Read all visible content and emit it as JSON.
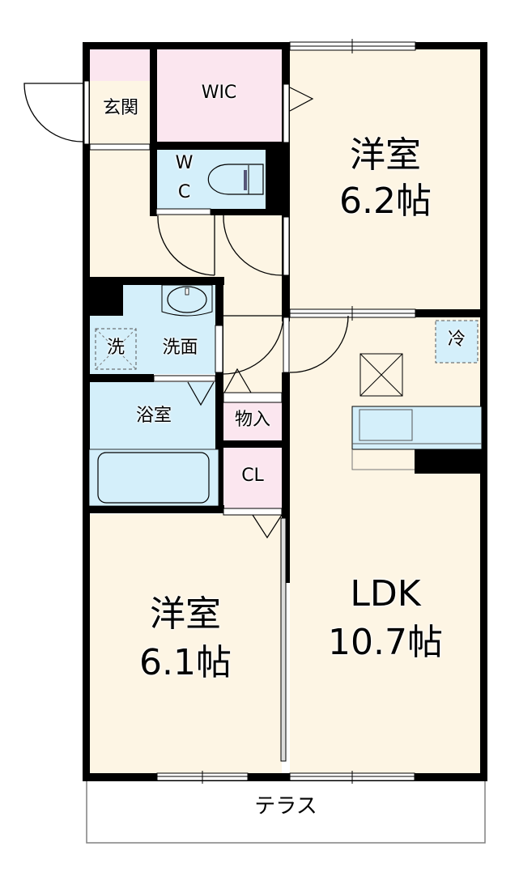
{
  "floorplan": {
    "colors": {
      "wall": "#000000",
      "living": "#fdf5e4",
      "storage": "#fbe6ef",
      "wet": "#d4effa",
      "terrace_border": "#808080"
    },
    "rooms": {
      "western_room_1": {
        "name": "洋室",
        "size": "6.2帖"
      },
      "western_room_2": {
        "name": "洋室",
        "size": "6.1帖"
      },
      "ldk": {
        "name": "LDK",
        "size": "10.7帖"
      },
      "wic": {
        "name": "WIC"
      },
      "entrance": {
        "name": "玄関"
      },
      "wc": {
        "line1": "W",
        "line2": "C"
      },
      "washroom": {
        "name": "洗面"
      },
      "washer": {
        "name": "洗"
      },
      "bathroom": {
        "name": "浴室"
      },
      "storage": {
        "name": "物入"
      },
      "closet": {
        "name": "CL"
      },
      "fridge": {
        "name": "冷"
      },
      "terrace": {
        "name": "テラス"
      }
    }
  }
}
